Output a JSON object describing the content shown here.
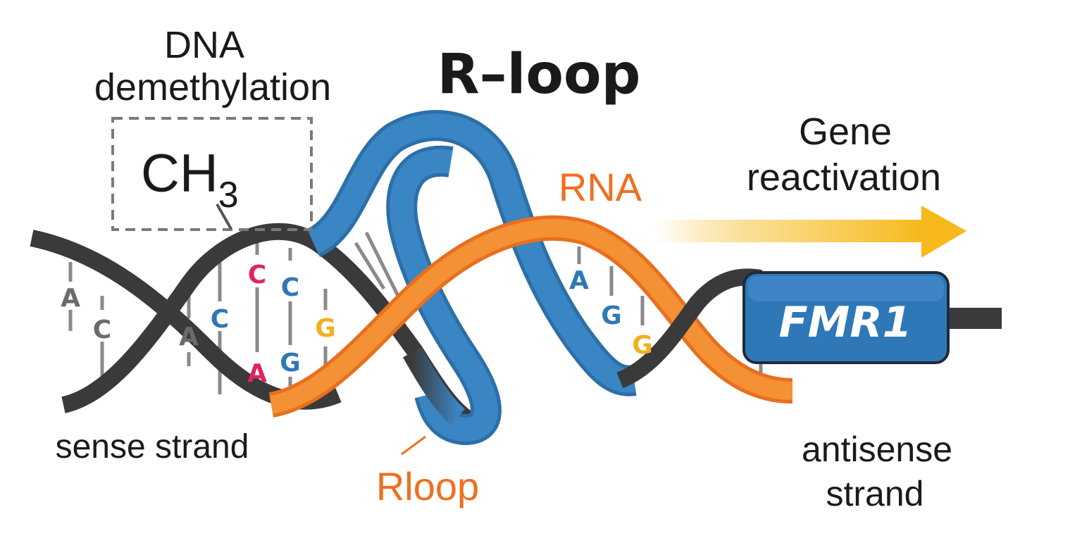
{
  "title": "R–loop",
  "labels": {
    "dna_demethylation_line1": "DNA",
    "dna_demethylation_line2": "demethylation",
    "methyl_main": "CH",
    "methyl_sub": "3",
    "rna": "RNA",
    "gene_reactivation_line1": "Gene",
    "gene_reactivation_line2": "reactivation",
    "sense_strand": "sense strand",
    "antisense_strand_line1": "antisense",
    "antisense_strand_line2": "strand",
    "rloop": "Rloop",
    "gene": "FMR1"
  },
  "bases": {
    "left_upper": [
      "A",
      "C",
      "A",
      "C",
      "C",
      "C",
      "G"
    ],
    "left_lower": [
      "A",
      "G"
    ],
    "right": [
      "A",
      "G",
      "G"
    ]
  },
  "colors": {
    "dna_strand": "#3a3a3a",
    "rloop_strand": "#3a85c4",
    "rna_strand": "#f39134",
    "rna_label": "#f06f1f",
    "arrow": "#f7b91b",
    "gene_box": "#2f78b8",
    "base_gray": "#6b6b6b",
    "base_red": "#e0245e",
    "base_blue": "#2f78b8",
    "base_yellow": "#f2b01e"
  }
}
